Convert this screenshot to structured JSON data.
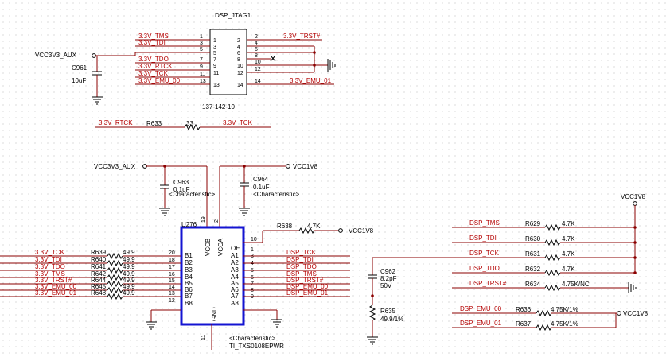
{
  "connector": {
    "ref": "DSP_JTAG1",
    "part": "137-142-10",
    "left_pins": [
      "1",
      "3",
      "5",
      "7",
      "9",
      "11",
      "13"
    ],
    "right_pins": [
      "2",
      "4",
      "6",
      "8",
      "10",
      "12",
      "14"
    ],
    "left_nets": [
      "3.3V_TMS",
      "3.3V_TDI",
      "",
      "3.3V_TDO",
      "3.3V_RTCK",
      "3.3V_TCK",
      "3.3V_EMU_00"
    ],
    "right_nets": [
      "3.3V_TRST#",
      "",
      "",
      "",
      "",
      "",
      "3.3V_EMU_01"
    ],
    "ext_left": [
      "1",
      "3",
      "5",
      "7",
      "9",
      "11",
      "13"
    ],
    "ext_right": [
      "2",
      "4",
      "6",
      "8",
      "10",
      "12",
      "14"
    ]
  },
  "c961": {
    "ref": "C961",
    "value": "10uF",
    "rail": "VCC3V3_AUX"
  },
  "r633": {
    "ref": "R633",
    "value": "33",
    "left_net": "3.3V_RTCK",
    "right_net": "3.3V_TCK"
  },
  "top_rails": {
    "left": "VCC3V3_AUX",
    "right": "VCC1V8"
  },
  "c963": {
    "ref": "C963",
    "value": "0.1uF",
    "char": "<Characteristic>"
  },
  "c964": {
    "ref": "C964",
    "value": "0.1uF",
    "char": "<Characteristic>"
  },
  "r638": {
    "ref": "R638",
    "value": "4.7K",
    "rail": "VCC1V8",
    "pin": "10"
  },
  "ic": {
    "ref": "U276",
    "part": "TI_TXS0108EPWR",
    "char": "<Characteristic>",
    "vccb_label": "VCCB",
    "vcca_label": "VCCA",
    "gnd_label": "GND",
    "vccb_pin": "19",
    "vcca_pin": "2",
    "gnd_pin": "11",
    "b_labels": [
      "B1",
      "B2",
      "B3",
      "B4",
      "B5",
      "B6",
      "B7",
      "B8"
    ],
    "b_pins": [
      "20",
      "18",
      "17",
      "16",
      "15",
      "14",
      "13",
      "12"
    ],
    "a_labels": [
      "OE",
      "A1",
      "A2",
      "A3",
      "A4",
      "A5",
      "A6",
      "A7",
      "A8"
    ],
    "a_pins": [
      "1",
      "3",
      "4",
      "5",
      "6",
      "7",
      "8",
      "9"
    ]
  },
  "left_bank": {
    "nets": [
      "3.3V_TCK",
      "3.3V_TDI",
      "3.3V_TDO",
      "3.3V_TMS",
      "3.3V_TRST#",
      "3.3V_EMU_00",
      "3.3V_EMU_01"
    ],
    "refs": [
      "R639",
      "R640",
      "R641",
      "R642",
      "R644",
      "R645",
      "R648"
    ],
    "values": [
      "49.9",
      "49.9",
      "49.9",
      "49.9",
      "49.9",
      "49.9",
      "49.9"
    ]
  },
  "right_nets": [
    "DSP_TCK",
    "DSP_TDI",
    "DSP_TDO",
    "DSP_TMS",
    "DSP_TRST#",
    "DSP_EMU_00",
    "DSP_EMU_01"
  ],
  "c962": {
    "ref": "C962",
    "value": "8.2pF",
    "voltage": "50V"
  },
  "r635": {
    "ref": "R635",
    "value": "49.9/1%"
  },
  "pullups": {
    "rail": "VCC1V8",
    "nets": [
      "DSP_TMS",
      "DSP_TDI",
      "DSP_TCK",
      "DSP_TDO",
      "DSP_TRST#"
    ],
    "refs": [
      "R629",
      "R630",
      "R631",
      "R632",
      "R634"
    ],
    "values": [
      "4.7K",
      "4.7K",
      "4.7K",
      "4.7K",
      "4.75K/NC"
    ]
  },
  "emu_pullups": {
    "rail": "VCC1V8",
    "nets": [
      "DSP_EMU_00",
      "DSP_EMU_01"
    ],
    "refs": [
      "R636",
      "R637"
    ],
    "values": [
      "4.75K/1%",
      "4.75K/1%"
    ]
  }
}
